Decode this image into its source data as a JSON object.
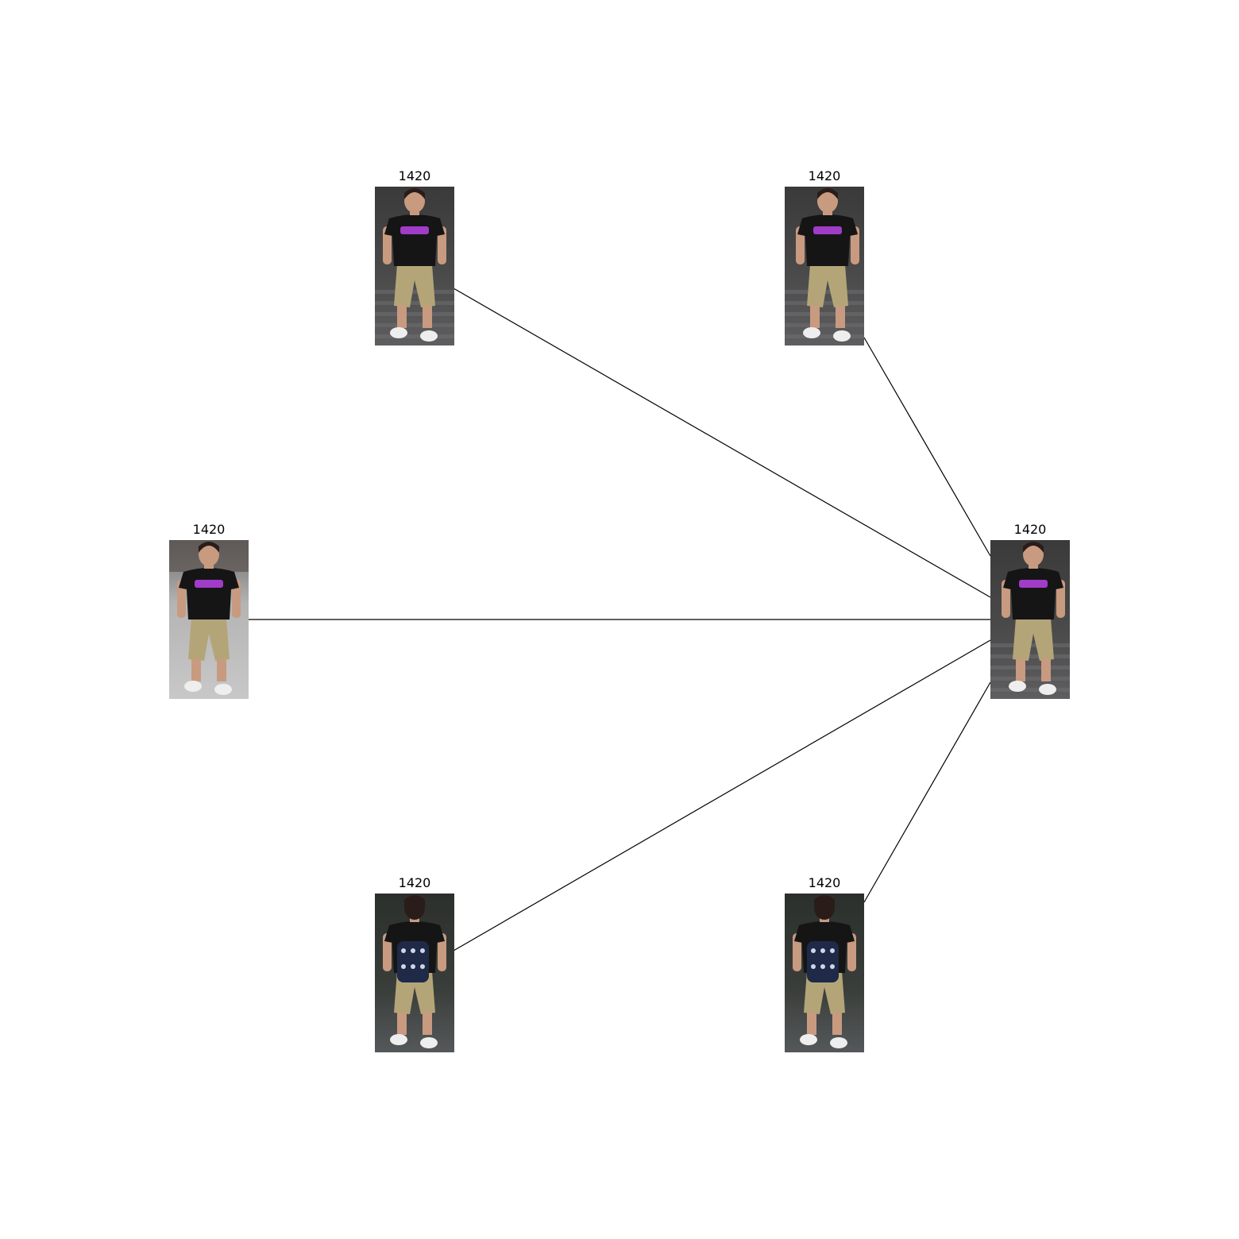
{
  "graph": {
    "edge_color": "#000000",
    "background": "#ffffff",
    "center_node": {
      "id": "center",
      "label": "1420",
      "view": "right-3q",
      "scene": "dark-street",
      "bag": false
    },
    "nodes": [
      {
        "id": "top-left",
        "label": "1420",
        "view": "front",
        "scene": "dark-street",
        "bag": false
      },
      {
        "id": "top-right",
        "label": "1420",
        "view": "right-3q",
        "scene": "dark-street",
        "bag": false
      },
      {
        "id": "mid-left",
        "label": "1420",
        "view": "front",
        "scene": "light-street",
        "bag": false
      },
      {
        "id": "bottom-left",
        "label": "1420",
        "view": "back",
        "scene": "dark-foliage",
        "bag": true
      },
      {
        "id": "bottom-right",
        "label": "1420",
        "view": "back",
        "scene": "dark-foliage",
        "bag": true
      }
    ],
    "colors": {
      "shirt": "#151515",
      "shirt_print": "#a03cc8",
      "pants": "#b4a578",
      "skin": "#c89a80",
      "hair": "#2a1c18",
      "shoes": "#eeeeee",
      "bag": "#1f2a48"
    }
  }
}
